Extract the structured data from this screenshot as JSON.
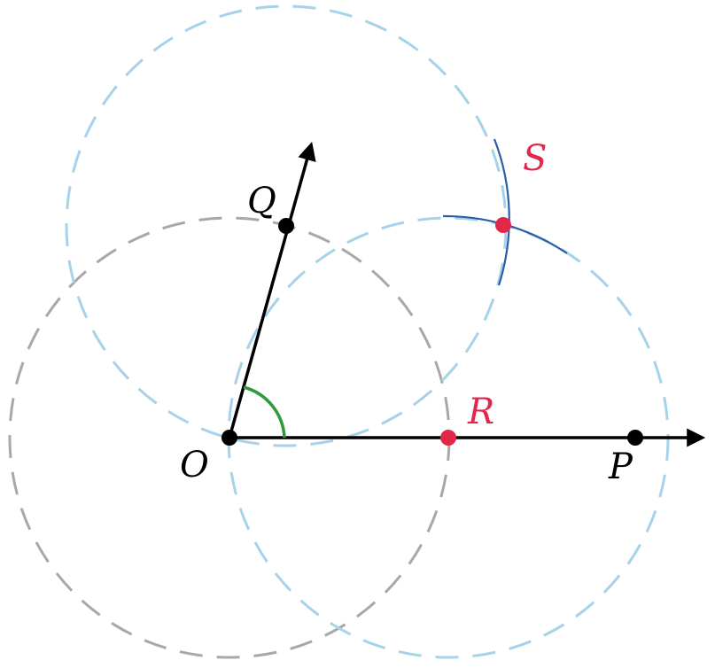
{
  "points": {
    "O": {
      "label": "O"
    },
    "P": {
      "label": "P"
    },
    "Q": {
      "label": "Q"
    },
    "R": {
      "label": "R"
    },
    "S": {
      "label": "S"
    }
  },
  "colors": {
    "ray": "#000000",
    "point": "#000000",
    "highlight_point": "#e0284a",
    "highlight_label": "#e0284a",
    "angle_arc": "#2e9a3a",
    "gray_circle": "#a8a8a8",
    "blue_circle": "#a6d2ea",
    "construction_arc": "#2a5ea8"
  }
}
